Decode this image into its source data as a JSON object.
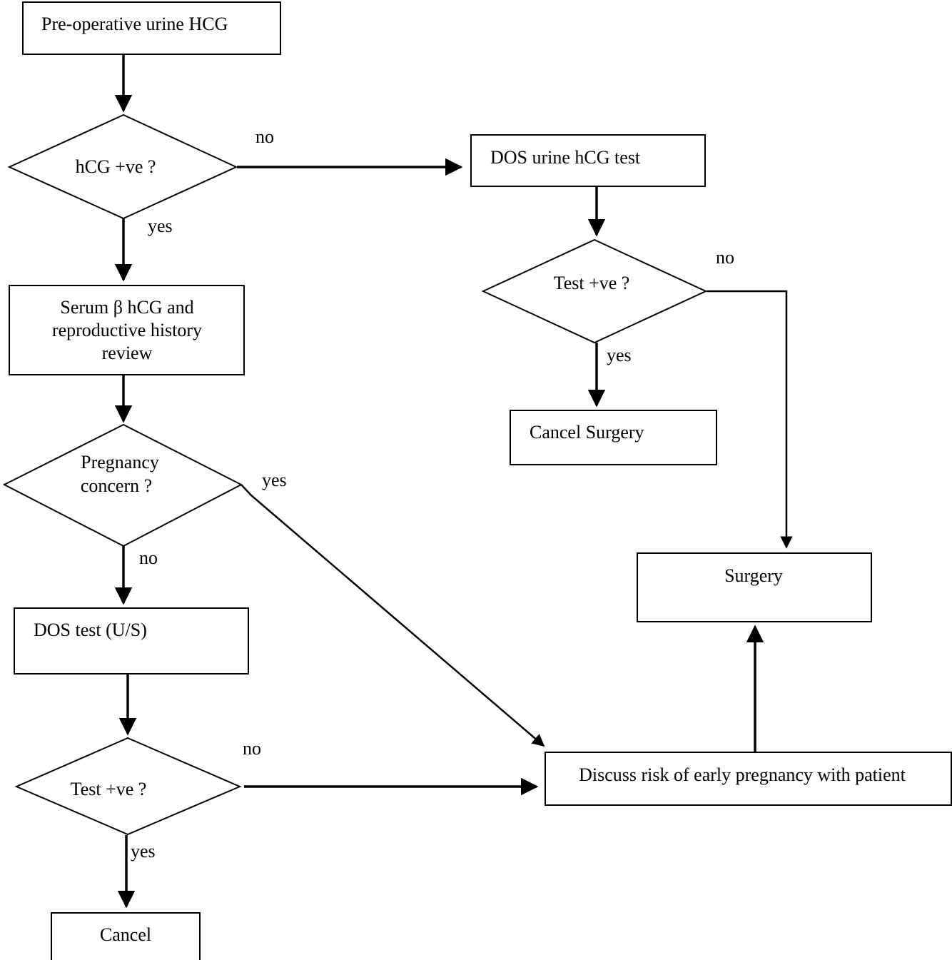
{
  "nodes": {
    "preop": "Pre-operative urine HCG",
    "hcg_q": "hCG +ve ?",
    "serum_l1": "Serum β hCG and",
    "serum_l2": "reproductive history",
    "serum_l3": "review",
    "preg_l1": "Pregnancy",
    "preg_l2": "concern ?",
    "dos_us": "DOS test (U/S)",
    "test_q_left": "Test +ve ?",
    "cancel": "Cancel",
    "dos_urine": "DOS urine hCG test",
    "test_q_right": "Test +ve ?",
    "cancel_surgery": "Cancel Surgery",
    "surgery": "Surgery",
    "discuss": "Discuss risk of early pregnancy with patient"
  },
  "edges": {
    "hcg_no": "no",
    "hcg_yes": "yes",
    "right_no": "no",
    "right_yes": "yes",
    "preg_yes": "yes",
    "preg_no": "no",
    "left_no": "no",
    "left_yes": "yes"
  },
  "colors": {
    "stroke": "#000000",
    "background": "#ffffff"
  }
}
